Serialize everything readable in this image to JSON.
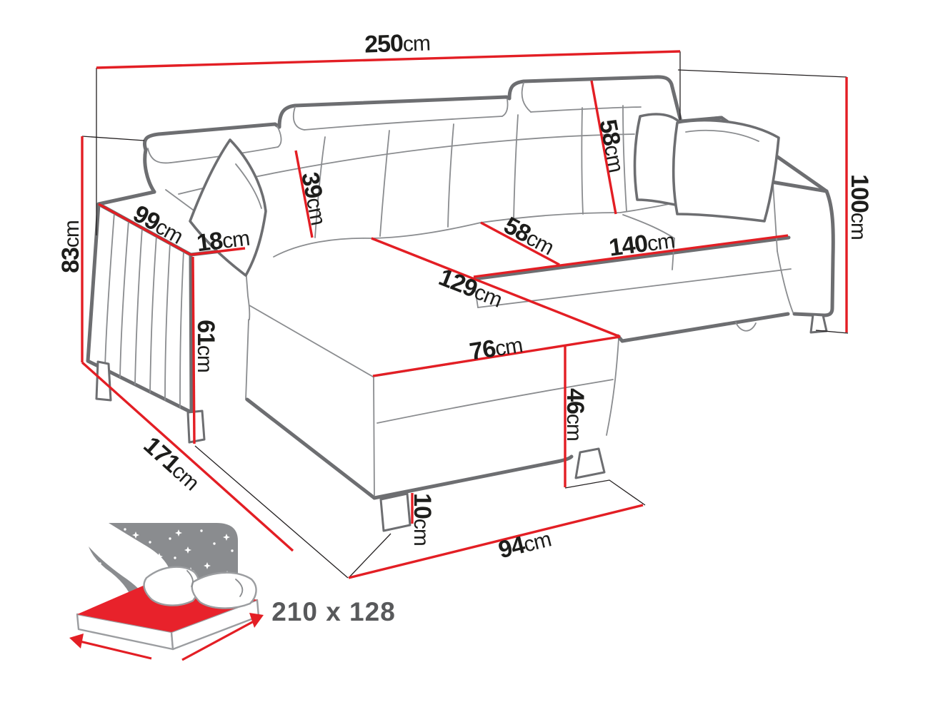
{
  "dimensions": {
    "overall_width": {
      "value": "250",
      "unit": "cm"
    },
    "back_height": {
      "value": "83",
      "unit": "cm"
    },
    "armrest_length": {
      "value": "99",
      "unit": "cm"
    },
    "armrest_width": {
      "value": "18",
      "unit": "cm"
    },
    "armrest_height": {
      "value": "61",
      "unit": "cm"
    },
    "backrest_height_inner": {
      "value": "39",
      "unit": "cm"
    },
    "backrest_height_outer": {
      "value": "58",
      "unit": "cm"
    },
    "seat_depth": {
      "value": "58",
      "unit": "cm"
    },
    "seat_width": {
      "value": "140",
      "unit": "cm"
    },
    "chaise_length": {
      "value": "129",
      "unit": "cm"
    },
    "chaise_width": {
      "value": "76",
      "unit": "cm"
    },
    "seat_height": {
      "value": "46",
      "unit": "cm"
    },
    "overall_depth": {
      "value": "171",
      "unit": "cm"
    },
    "leg_height": {
      "value": "10",
      "unit": "cm"
    },
    "front_depth": {
      "value": "94",
      "unit": "cm"
    },
    "overall_height": {
      "value": "100",
      "unit": "cm"
    }
  },
  "sleeping_area": {
    "size_label": "210 x 128"
  },
  "colors": {
    "dimension_line": "#e31e24",
    "sofa_outline": "#6d6e71",
    "sofa_inner_line": "#8a8c8f",
    "label_text": "#1d1d1b",
    "badge_background": "#8a8c8f",
    "badge_text": "#58595b",
    "mattress": "#e8222b"
  }
}
